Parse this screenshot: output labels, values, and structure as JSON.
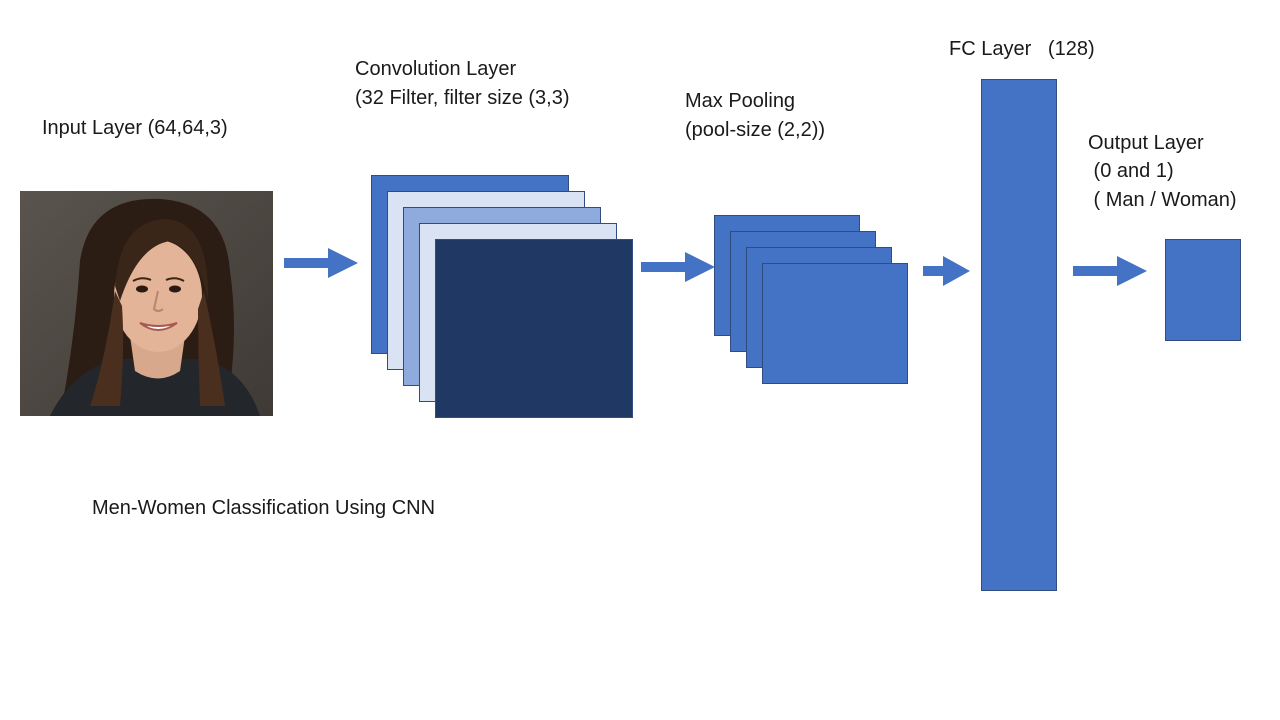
{
  "input_layer": {
    "title": "Input Layer (64,64,3)",
    "image_icon": "portrait-photo-woman"
  },
  "conv_layer": {
    "line1": "Convolution Layer",
    "line2": "(32 Filter, filter size (3,3)"
  },
  "pool_layer": {
    "line1": "Max Pooling",
    "line2": "(pool-size (2,2))"
  },
  "fc_layer": {
    "title": "FC Layer   (128)"
  },
  "output_layer": {
    "line1": "Output Layer",
    "line2": " (0 and 1)",
    "line3": " ( Man / Woman)"
  },
  "caption": "Men-Women Classification Using CNN",
  "colors": {
    "primary_blue": "#4472c4",
    "light_blue": "#dae3f3",
    "mid_blue": "#8faadc",
    "dark_navy": "#203864",
    "arrow": "#4472c4"
  }
}
